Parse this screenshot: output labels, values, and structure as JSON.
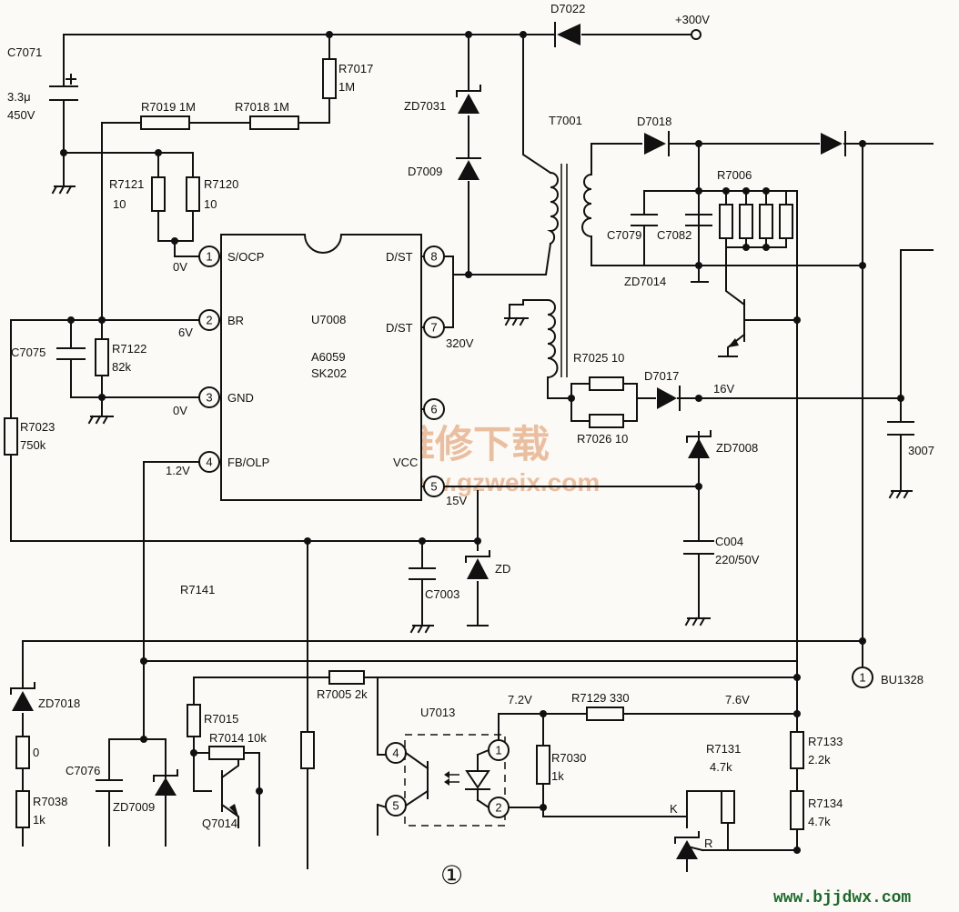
{
  "ic": {
    "ref": "U7008",
    "part1": "A6059",
    "part2": "SK202",
    "pins": [
      {
        "num": "1",
        "name": "S/OCP",
        "volt": "0V"
      },
      {
        "num": "2",
        "name": "BR",
        "volt": "6V"
      },
      {
        "num": "3",
        "name": "GND",
        "volt": "0V"
      },
      {
        "num": "4",
        "name": "FB/OLP",
        "volt": "1.2V"
      },
      {
        "num": "8",
        "name": "D/ST",
        "volt": ""
      },
      {
        "num": "7",
        "name": "D/ST",
        "volt": "320V"
      },
      {
        "num": "6",
        "name": "",
        "volt": ""
      },
      {
        "num": "5",
        "name": "VCC",
        "volt": "15V"
      }
    ]
  },
  "labels": {
    "c7071": [
      "C7071",
      "3.3μ",
      "450V"
    ],
    "r7019": "R7019 1M",
    "r7018": "R7018 1M",
    "r7017": [
      "R7017",
      "1M"
    ],
    "r7121": [
      "R7121",
      "10"
    ],
    "r7120": [
      "R7120",
      "10"
    ],
    "c7075": "C7075",
    "r7122": [
      "R7122",
      "82k"
    ],
    "r7023": [
      "R7023",
      "750k"
    ],
    "r7141": "R7141",
    "c7003": "C7003",
    "zd": "ZD",
    "d7022": "D7022",
    "v300": "+300V",
    "zd7031": "ZD7031",
    "d7009": "D7009",
    "t7001": "T7001",
    "d7018": "D7018",
    "r7006": "R7006",
    "c7079": "C7079",
    "c7082": "C7082",
    "zd7014": "ZD7014",
    "r7025": "R7025 10",
    "r7026": "R7026 10",
    "d7017": "D7017",
    "v16": "16V",
    "zd7008": "ZD7008",
    "c004": [
      "C004",
      "220/50V"
    ],
    "c3007": "3007",
    "bu1328": "BU1328",
    "bu_pin": "1",
    "zd7018": "ZD7018",
    "r_zero": "0",
    "r7038": [
      "R7038",
      "1k"
    ],
    "c7076": "C7076",
    "zd7009": "ZD7009",
    "r7015": "R7015",
    "r7014": "R7014 10k",
    "q7014": "Q7014",
    "r7005": "R7005 2k",
    "u7013": "U7013",
    "v72": "7.2V",
    "r7129": "R7129 330",
    "v76": "7.6V",
    "r7030": [
      "R7030",
      "1k"
    ],
    "r7131": [
      "R7131",
      "4.7k"
    ],
    "r7133": [
      "R7133",
      "2.2k"
    ],
    "r7134": [
      "R7134",
      "4.7k"
    ],
    "k": "K",
    "r": "R",
    "opto_pins": [
      "4",
      "5",
      "1",
      "2"
    ],
    "fig": "①"
  },
  "watermark": {
    "cn": "精通维修下载",
    "url": "www.gzweix.com"
  },
  "site": "www.bjjdwx.com",
  "colors": {
    "ink": "#111111",
    "paper": "#fbfaf6",
    "watermark": "#e7b08a",
    "site": "#1d6a2a"
  }
}
